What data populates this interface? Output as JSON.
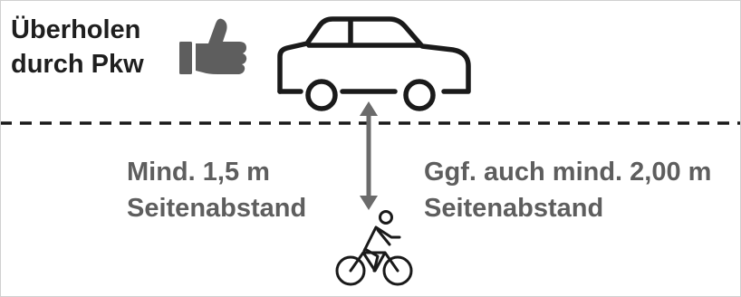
{
  "headline": {
    "line1": "Überholen",
    "line2": "durch Pkw"
  },
  "left_label": {
    "line1": "Mind. 1,5 m",
    "line2": "Seitenabstand"
  },
  "right_label": {
    "line1": "Ggf. auch mind. 2,00 m",
    "line2": "Seitenabstand"
  },
  "icons": {
    "thumb": "thumbs-up-icon",
    "car": "car-icon",
    "cyclist": "cyclist-icon",
    "arrow": "double-arrow-icon"
  },
  "colors": {
    "text_dark": "#1f1f1f",
    "text_gray": "#5e5e5e",
    "icon_gray": "#6b6b6b",
    "line_dark": "#1a1a1a"
  }
}
